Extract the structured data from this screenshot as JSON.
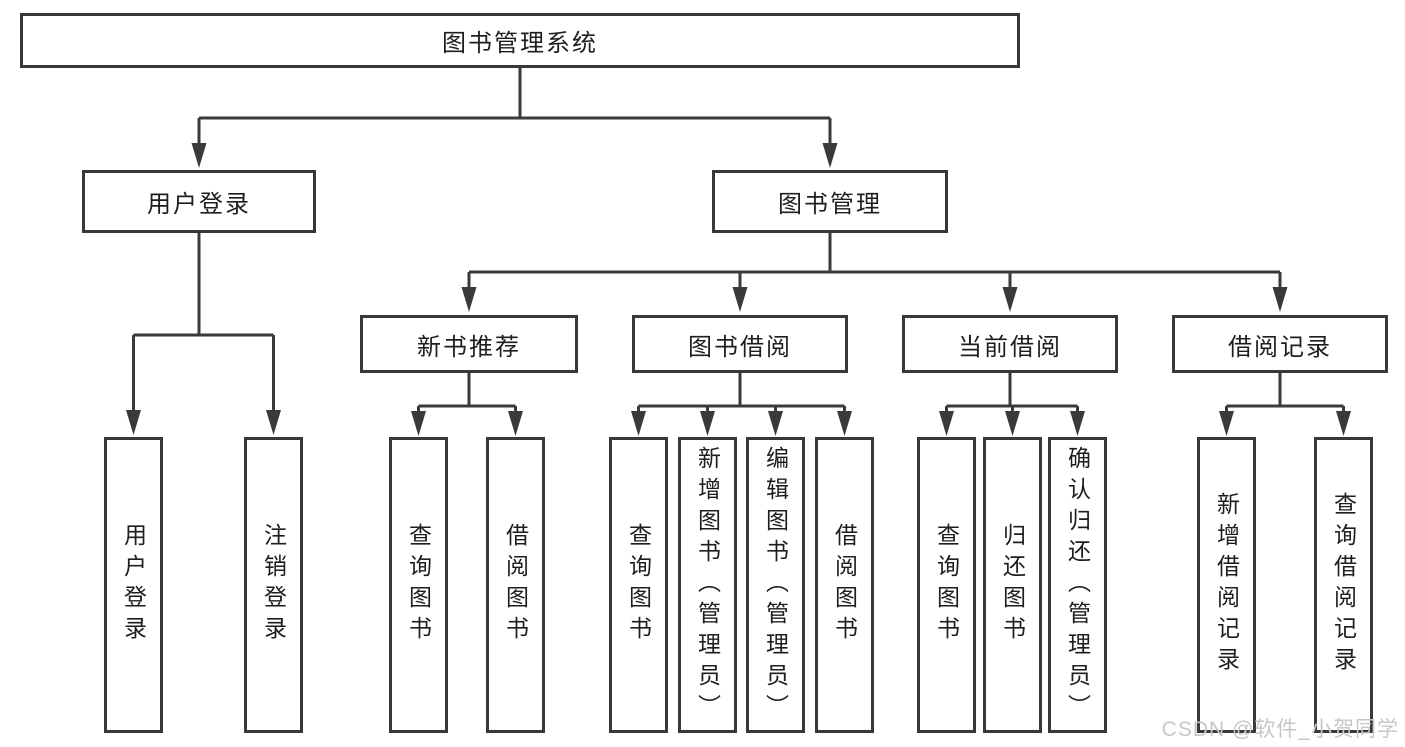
{
  "diagram": {
    "root": "图书管理系统",
    "level2": {
      "user_login": "用户登录",
      "book_management": "图书管理"
    },
    "level3": {
      "new_book_recommend": "新书推荐",
      "book_borrowing": "图书借阅",
      "current_borrowing": "当前借阅",
      "borrow_records": "借阅记录"
    },
    "leaves": {
      "user_login": "用户登录",
      "logout": "注销登录",
      "nbr_query_books": "查询图书",
      "nbr_borrow_books": "借阅图书",
      "bb_query_books": "查询图书",
      "bb_add_books_admin": "新增图书（管理员）",
      "bb_edit_books_admin": "编辑图书（管理员）",
      "bb_borrow_books": "借阅图书",
      "cb_query_books": "查询图书",
      "cb_return_books": "归还图书",
      "cb_confirm_return_admin": "确认归还（管理员）",
      "br_add_record": "新增借阅记录",
      "br_query_record": "查询借阅记录"
    },
    "colors": {
      "line": "#3a3a3a",
      "border": "#383838",
      "text": "#1e1e1e",
      "background": "#ffffff"
    }
  },
  "watermark": {
    "text": "CSDN @软件_小贺同学",
    "color": "#c8c6c6"
  }
}
